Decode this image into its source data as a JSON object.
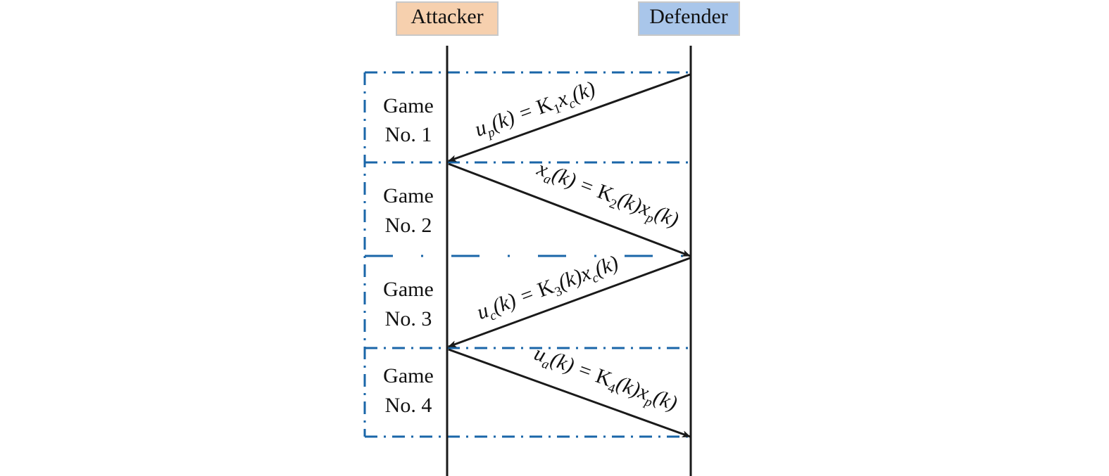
{
  "colors": {
    "attacker_fill": "#f6d0ae",
    "defender_fill": "#a9c6ea",
    "header_border": "#c8c8c8",
    "frame": "#1a66a8",
    "line": "#1a1a1a"
  },
  "participants": {
    "attacker": "Attacker",
    "defender": "Defender"
  },
  "games": [
    {
      "line1": "Game",
      "line2": "No. 1"
    },
    {
      "line1": "Game",
      "line2": "No. 2"
    },
    {
      "line1": "Game",
      "line2": "No. 3"
    },
    {
      "line1": "Game",
      "line2": "No. 4"
    }
  ],
  "messages": [
    {
      "direction": "defender-to-attacker",
      "parts": [
        {
          "t": "u"
        },
        {
          "t": "p",
          "sub": true
        },
        {
          "t": "("
        },
        {
          "t": "k"
        },
        {
          "t": ") = "
        },
        {
          "t": "K",
          "upright": true
        },
        {
          "t": "1",
          "sub": true,
          "upright": true
        },
        {
          "t": "x"
        },
        {
          "t": "c",
          "sub": true
        },
        {
          "t": "("
        },
        {
          "t": "k"
        },
        {
          "t": ")"
        }
      ]
    },
    {
      "direction": "attacker-to-defender",
      "parts": [
        {
          "t": "x"
        },
        {
          "t": "a",
          "sub": true
        },
        {
          "t": "("
        },
        {
          "t": "k"
        },
        {
          "t": ") = "
        },
        {
          "t": "K",
          "upright": true
        },
        {
          "t": "2",
          "sub": true,
          "upright": true
        },
        {
          "t": "("
        },
        {
          "t": "k"
        },
        {
          "t": ")"
        },
        {
          "t": "x"
        },
        {
          "t": "p",
          "sub": true
        },
        {
          "t": "("
        },
        {
          "t": "k"
        },
        {
          "t": ")"
        }
      ]
    },
    {
      "direction": "defender-to-attacker",
      "parts": [
        {
          "t": "u"
        },
        {
          "t": "c",
          "sub": true
        },
        {
          "t": "("
        },
        {
          "t": "k"
        },
        {
          "t": ") = "
        },
        {
          "t": "K",
          "upright": true
        },
        {
          "t": "3",
          "sub": true,
          "upright": true
        },
        {
          "t": "("
        },
        {
          "t": "k"
        },
        {
          "t": ")"
        },
        {
          "t": "x"
        },
        {
          "t": "c",
          "sub": true
        },
        {
          "t": "("
        },
        {
          "t": "k"
        },
        {
          "t": ")"
        }
      ]
    },
    {
      "direction": "attacker-to-defender",
      "parts": [
        {
          "t": "u"
        },
        {
          "t": "a",
          "sub": true
        },
        {
          "t": "("
        },
        {
          "t": "k"
        },
        {
          "t": ") = "
        },
        {
          "t": "K",
          "upright": true
        },
        {
          "t": "4",
          "sub": true,
          "upright": true
        },
        {
          "t": "("
        },
        {
          "t": "k"
        },
        {
          "t": ")"
        },
        {
          "t": "x"
        },
        {
          "t": "p",
          "sub": true
        },
        {
          "t": "("
        },
        {
          "t": "k"
        },
        {
          "t": ")"
        }
      ]
    }
  ]
}
